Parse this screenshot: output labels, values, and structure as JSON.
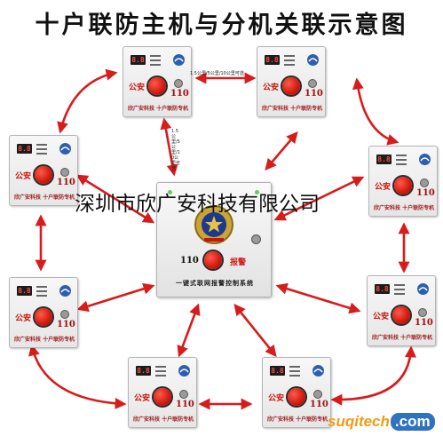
{
  "title": "十户联防主机与分机关联示意图",
  "distance_label_top": "1.5公里/5公里/10公里可选",
  "distance_label_vertical": "1.5公里/5公里/10公里可选",
  "watermark": "深圳市欣广安科技有限公司",
  "site_logo": {
    "left": "suqitech",
    "right": ".com"
  },
  "host": {
    "alarm_number": "110",
    "alarm_label": "报警",
    "system_name": "一键式联网报警控制系统",
    "badge_icon": "police-badge-icon"
  },
  "unit": {
    "display": "8.8",
    "police_label": "公安",
    "alarm_number": "110",
    "footer": "欣广安科技 十户联防专机"
  },
  "colors": {
    "arrow": "#d81b1b",
    "alarm_button": "#d41e12",
    "title": "#111111"
  }
}
